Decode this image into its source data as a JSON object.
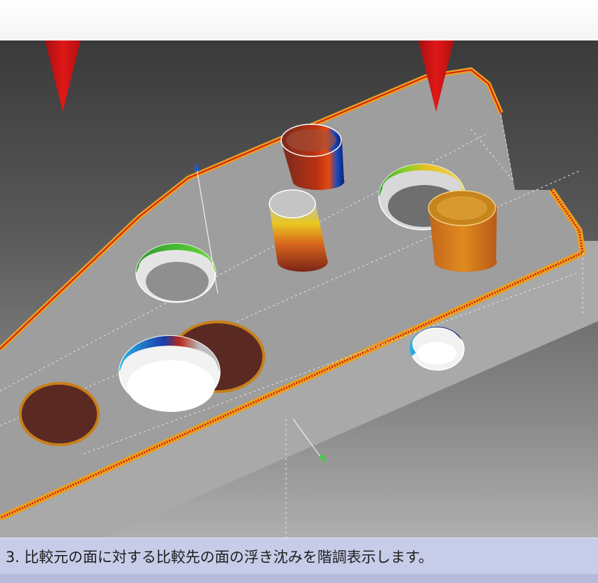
{
  "caption": {
    "text": "3. 比較元の面に対する比較先の面の浮き沈みを階調表示します。"
  },
  "colors": {
    "marker": "#d41414",
    "part_face": "#9e9e9e",
    "deviation_dark": "#5a2a22",
    "edge_high": "#d81c10",
    "caption_bg": "#c7cce8"
  },
  "icons": {
    "markers": [
      "triangle-down",
      "triangle-down"
    ],
    "axis_arrows": [
      "arrow-up",
      "arrow-down"
    ]
  }
}
